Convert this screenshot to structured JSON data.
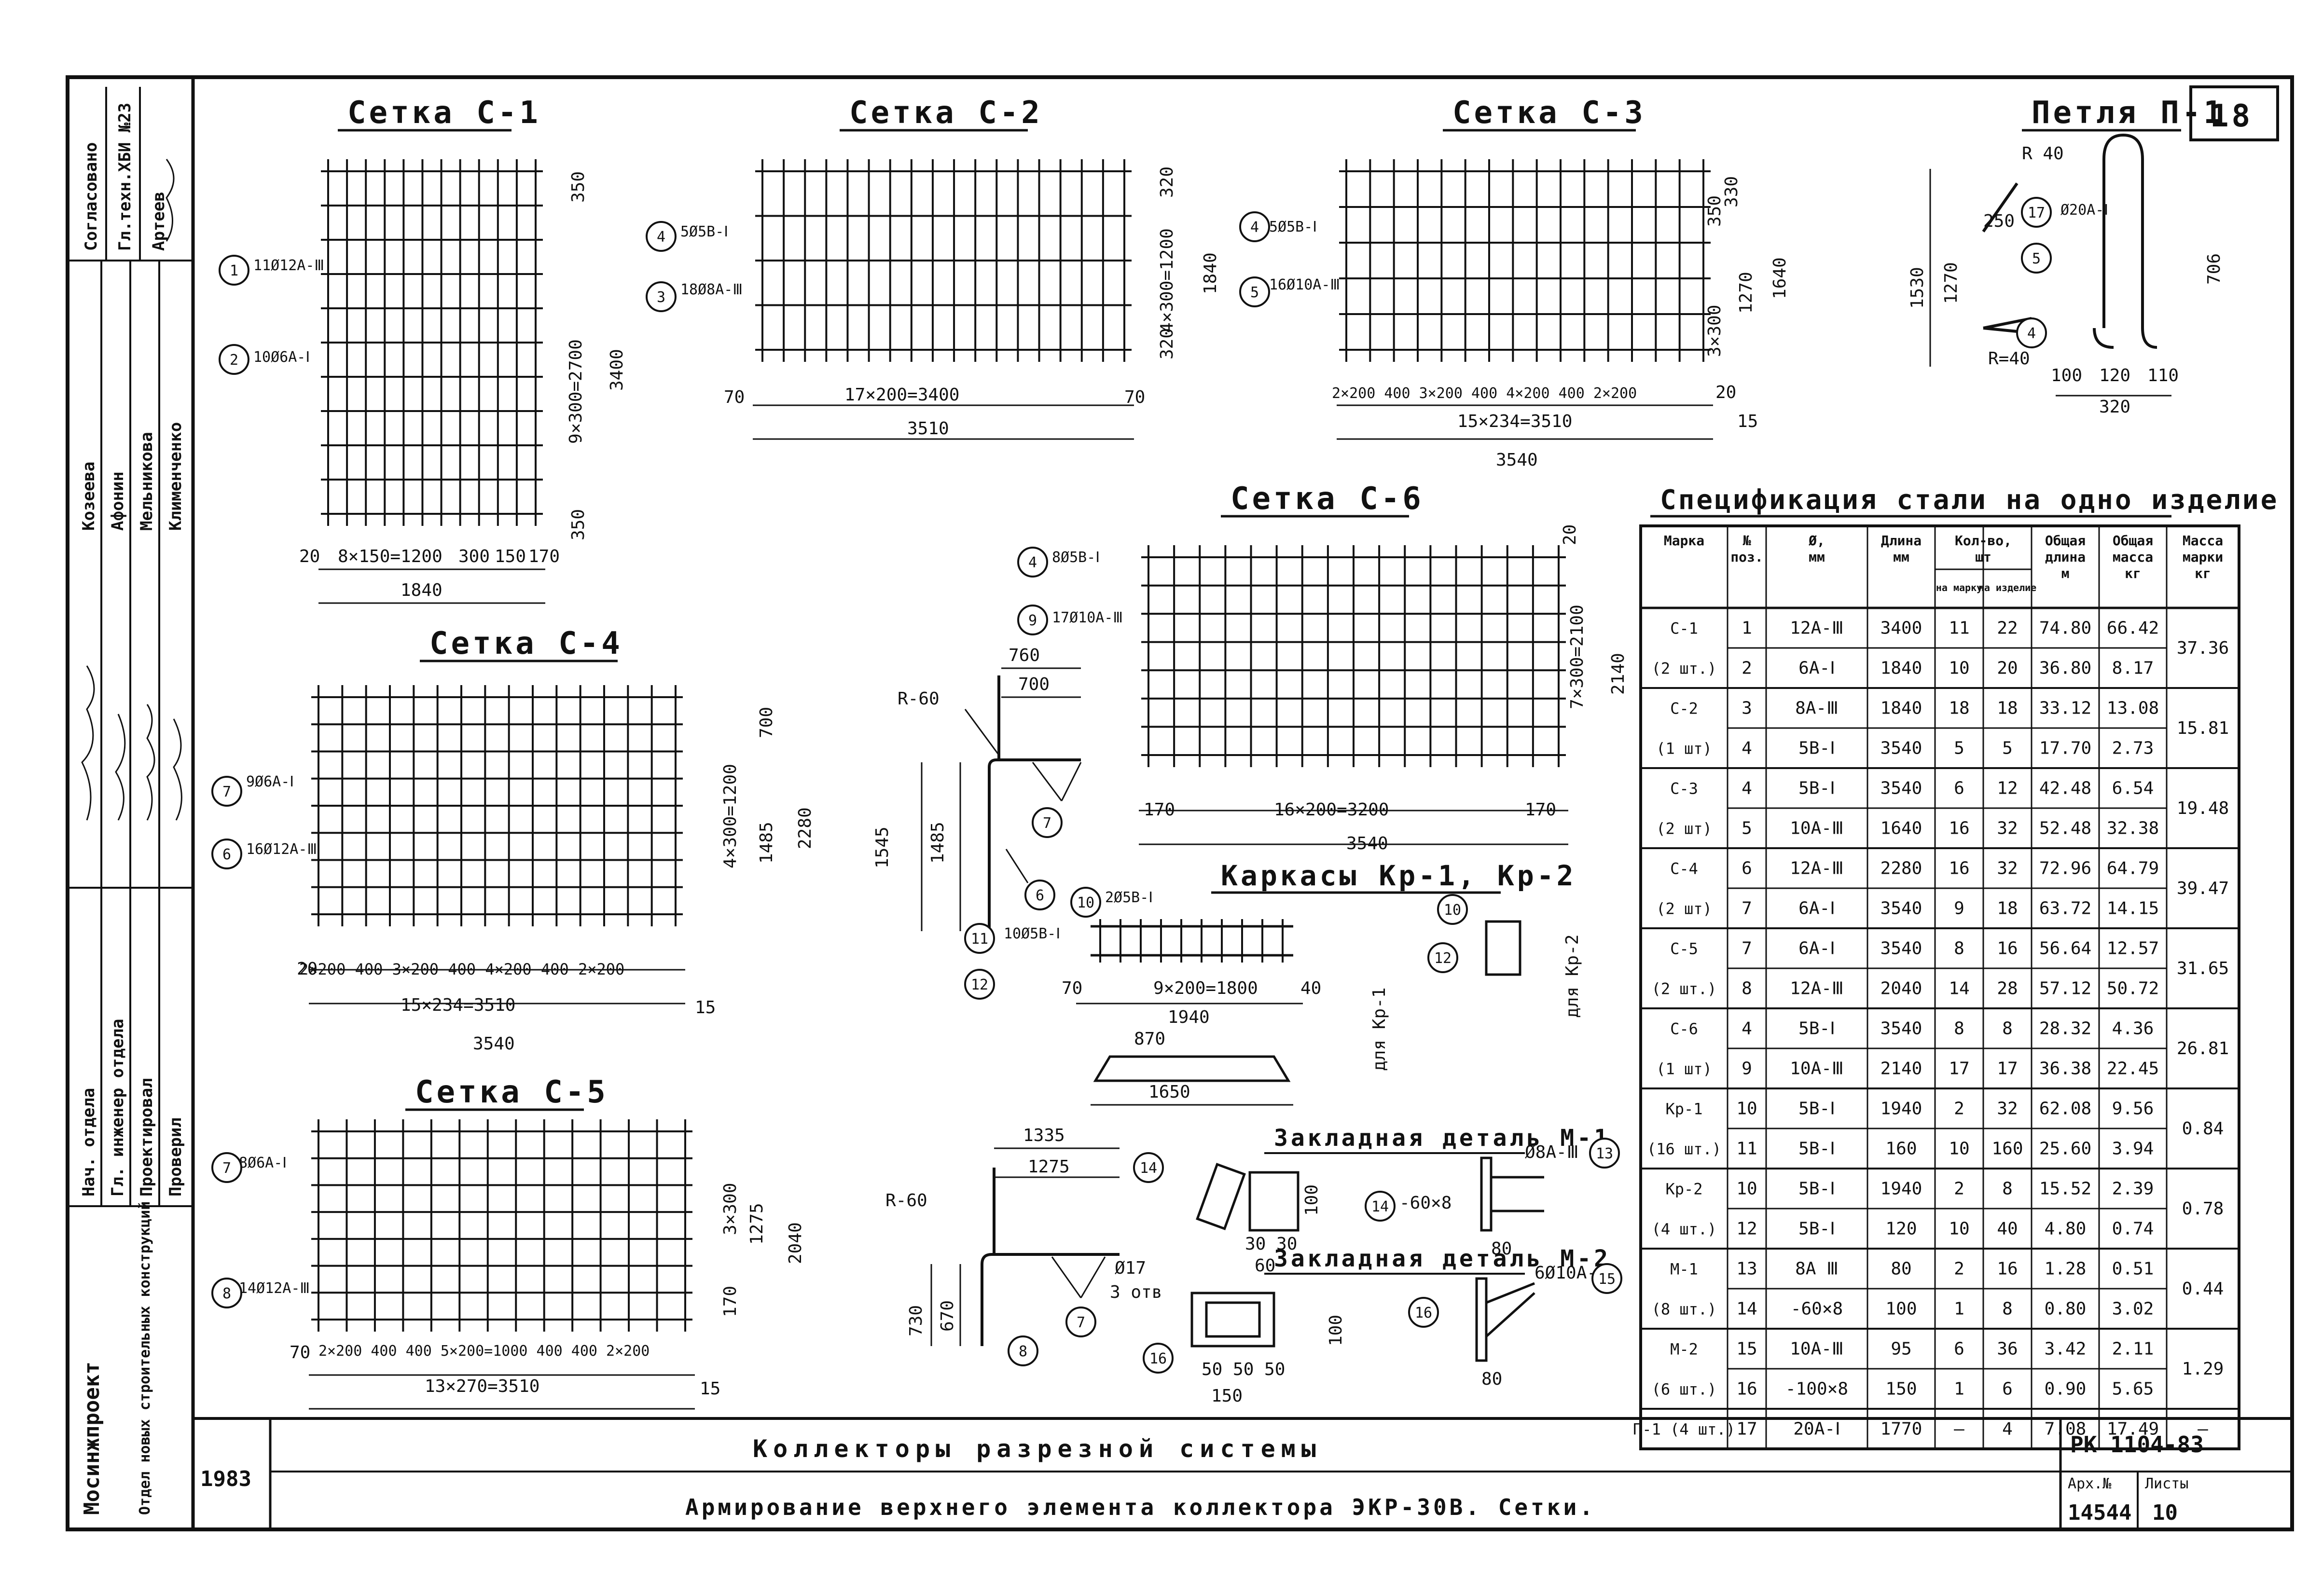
{
  "sheet_number": "18",
  "stamp": {
    "approved": "Согласовано",
    "approved_by": "Гл.техн.ХБИ №23",
    "approved_name": "Артеев",
    "roles": [
      "Козеева",
      "Афонин",
      "Мельникова",
      "Клименченко"
    ],
    "roles2": [
      "Нач. отдела",
      "Гл. инженер отдела",
      "Проектировал",
      "Проверил"
    ],
    "org": "Мосинжпроект",
    "dept": "Отдел новых строительных конструкций",
    "year": "1983",
    "project": "Коллекторы разрезной системы",
    "title": "Армирование верхнего элемента коллектора ЭКР-30В. Сетки.",
    "code": "РК 1104-83",
    "arch_label": "Арх.№",
    "arch_no": "14544",
    "list_label": "Листы",
    "list_no": "10"
  },
  "drawings": {
    "c1": {
      "title": "Сетка С-1",
      "p1": "11Ø12А-Ⅲ",
      "p2": "10Ø6А-Ⅰ",
      "d_bottom": "8×150=1200",
      "d_total": "1840",
      "d_a": "20",
      "d_b": "300",
      "d_c": "150",
      "d_d": "170",
      "d_v1": "350",
      "d_v2": "9×300=2700",
      "d_v3": "3400",
      "d_v4": "350"
    },
    "c2": {
      "title": "Сетка С-2",
      "p1": "5Ø5В-Ⅰ",
      "p2": "18Ø8А-Ⅲ",
      "d_bottom": "17×200=3400",
      "d_total": "3510",
      "d_l": "70",
      "d_r": "70",
      "d_v1": "320",
      "d_v2": "4×300=1200",
      "d_v3": "1840",
      "d_v4": "320"
    },
    "c3": {
      "title": "Сетка С-3",
      "p1": "5Ø5В-Ⅰ",
      "p2": "16Ø10А-Ⅲ",
      "d_top": "2×200 400 3×200 400 4×200 400 2×200",
      "d_bottom": "15×234=3510",
      "d_total": "3540",
      "d_v1": "350",
      "d_v2": "330",
      "d_v3": "3×300",
      "d_v4": "1270",
      "d_v5": "1640",
      "d_a": "20",
      "d_b": "15"
    },
    "c4": {
      "title": "Сетка С-4",
      "p1": "9Ø6А-Ⅰ",
      "p2": "16Ø12А-Ⅲ",
      "d_top": "2×200 400 3×200 400 4×200 400 2×200",
      "d_bottom": "15×234=3510",
      "d_total": "3540",
      "d_v1": "4×300=1200",
      "d_v2": "1485",
      "d_v3": "2280",
      "d_v4": "700",
      "d_a": "20",
      "d_b": "15"
    },
    "c5": {
      "title": "Сетка С-5",
      "p1": "8Ø6А-Ⅰ",
      "p2": "14Ø12А-Ⅲ",
      "d_top": "2×200 400 400 5×200=1000 400 400 2×200",
      "d_bottom": "13×270=3510",
      "d_v1": "3×300",
      "d_v2": "1275",
      "d_v3": "2040",
      "d_v4": "170",
      "d_a": "70",
      "d_b": "15"
    },
    "c6": {
      "title": "Сетка С-6",
      "p1": "8Ø5В-Ⅰ",
      "p2": "17Ø10А-Ⅲ",
      "d_bottom": "16×200=3200",
      "d_total": "3540",
      "d_l": "170",
      "d_r": "170",
      "d_v1": "7×300=2100",
      "d_v2": "2140",
      "d_v3": "20"
    },
    "p1": {
      "title": "Петля П-1",
      "r40": "R 40",
      "r40b": "R=40",
      "d_330": "320",
      "d_100": "100",
      "d_120": "120",
      "d_110": "110",
      "d_1530": "1530",
      "d_1270": "1270",
      "d_706": "706",
      "pos17": "Ø20А-Ⅰ",
      "d_250": "250"
    },
    "kr": {
      "title": "Каркасы Кр-1, Кр-2",
      "p10": "2Ø5В-Ⅰ",
      "p11": "10Ø5В-Ⅰ",
      "d_bottom": "9×200=1800",
      "d_total": "1940",
      "d_1650": "1650",
      "d_870": "870",
      "for1": "для Кр-1",
      "for2": "для Кр-2",
      "d_70": "70",
      "d_40": "40"
    },
    "bend1": {
      "r60": "R-60",
      "d_760": "760",
      "d_700": "700",
      "d_1545": "1545",
      "d_1485": "1485"
    },
    "bend2": {
      "r60": "R-60",
      "d_1335": "1335",
      "d_1275": "1275",
      "d_730": "730",
      "d_670": "670",
      "d17": "Ø17",
      "d17b": "3 отв"
    },
    "m1": {
      "title": "Закладная деталь М-1",
      "d13": "Ø8А-Ⅲ",
      "d14": "-60×8",
      "d_80": "80",
      "d_100": "100",
      "d_60": "60",
      "d30": "30 30"
    },
    "m2": {
      "title": "Закладная деталь М-2",
      "d15": "6Ø10А-Ⅲ",
      "d_150": "150",
      "d_80": "80",
      "d_50": "50 50 50",
      "d_100": "100"
    }
  },
  "table": {
    "title": "Спецификация стали на одно изделие",
    "headers": [
      "Марка",
      "№ поз.",
      "Ø, мм",
      "Длина мм",
      "Кол-во, шт",
      "Общая длина м",
      "Общая масса кг",
      "Масса марки кг"
    ],
    "sub": [
      "на марку",
      "на изделие"
    ],
    "rows": [
      [
        "С-1",
        "1",
        "12А-Ⅲ",
        "3400",
        "11",
        "22",
        "74.80",
        "66.42",
        "37.36"
      ],
      [
        "(2 шт.)",
        "2",
        "6А-Ⅰ",
        "1840",
        "10",
        "20",
        "36.80",
        "8.17",
        ""
      ],
      [
        "С-2",
        "3",
        "8А-Ⅲ",
        "1840",
        "18",
        "18",
        "33.12",
        "13.08",
        "15.81"
      ],
      [
        "(1 шт)",
        "4",
        "5В-Ⅰ",
        "3540",
        "5",
        "5",
        "17.70",
        "2.73",
        ""
      ],
      [
        "С-3",
        "4",
        "5В-Ⅰ",
        "3540",
        "6",
        "12",
        "42.48",
        "6.54",
        "19.48"
      ],
      [
        "(2 шт)",
        "5",
        "10А-Ⅲ",
        "1640",
        "16",
        "32",
        "52.48",
        "32.38",
        ""
      ],
      [
        "С-4",
        "6",
        "12А-Ⅲ",
        "2280",
        "16",
        "32",
        "72.96",
        "64.79",
        "39.47"
      ],
      [
        "(2 шт)",
        "7",
        "6А-Ⅰ",
        "3540",
        "9",
        "18",
        "63.72",
        "14.15",
        ""
      ],
      [
        "С-5",
        "7",
        "6А-Ⅰ",
        "3540",
        "8",
        "16",
        "56.64",
        "12.57",
        "31.65"
      ],
      [
        "(2 шт.)",
        "8",
        "12А-Ⅲ",
        "2040",
        "14",
        "28",
        "57.12",
        "50.72",
        ""
      ],
      [
        "С-6",
        "4",
        "5В-Ⅰ",
        "3540",
        "8",
        "8",
        "28.32",
        "4.36",
        "26.81"
      ],
      [
        "(1 шт)",
        "9",
        "10А-Ⅲ",
        "2140",
        "17",
        "17",
        "36.38",
        "22.45",
        ""
      ],
      [
        "Кр-1",
        "10",
        "5В-Ⅰ",
        "1940",
        "2",
        "32",
        "62.08",
        "9.56",
        "0.84"
      ],
      [
        "(16 шт.)",
        "11",
        "5В-Ⅰ",
        "160",
        "10",
        "160",
        "25.60",
        "3.94",
        ""
      ],
      [
        "Кр-2",
        "10",
        "5В-Ⅰ",
        "1940",
        "2",
        "8",
        "15.52",
        "2.39",
        "0.78"
      ],
      [
        "(4 шт.)",
        "12",
        "5В-Ⅰ",
        "120",
        "10",
        "40",
        "4.80",
        "0.74",
        ""
      ],
      [
        "М-1",
        "13",
        "8А Ⅲ",
        "80",
        "2",
        "16",
        "1.28",
        "0.51",
        "0.44"
      ],
      [
        "(8 шт.)",
        "14",
        "-60×8",
        "100",
        "1",
        "8",
        "0.80",
        "3.02",
        ""
      ],
      [
        "М-2",
        "15",
        "10А-Ⅲ",
        "95",
        "6",
        "36",
        "3.42",
        "2.11",
        "1.29"
      ],
      [
        "(6 шт.)",
        "16",
        "-100×8",
        "150",
        "1",
        "6",
        "0.90",
        "5.65",
        ""
      ],
      [
        "П-1 (4 шт.)",
        "17",
        "20А-Ⅰ",
        "1770",
        "–",
        "4",
        "7.08",
        "17.49",
        "–"
      ]
    ]
  }
}
